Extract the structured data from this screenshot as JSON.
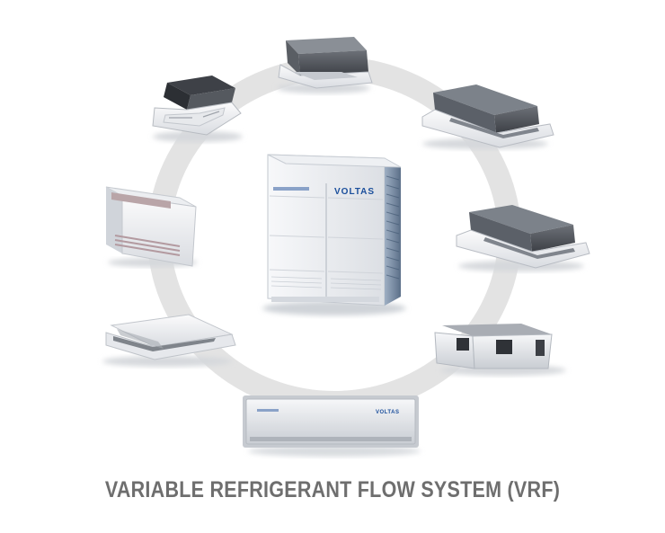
{
  "brand": {
    "outdoor_logo": "VOLTAS",
    "wall_split_logo": "VOLTAS"
  },
  "caption": "VARIABLE REFRIGERANT FLOW SYSTEM (VRF)",
  "units": [
    {
      "id": "outdoor-unit",
      "kind": "VRF outdoor condensing unit"
    },
    {
      "id": "cassette-4way-top",
      "kind": "4-way ceiling cassette"
    },
    {
      "id": "cassette-top-left",
      "kind": "ceiling cassette"
    },
    {
      "id": "cassette-2way-top-right",
      "kind": "2-way ceiling cassette"
    },
    {
      "id": "floor-standing-unit",
      "kind": "floor standing unit"
    },
    {
      "id": "cassette-2way-right",
      "kind": "2-way ceiling cassette"
    },
    {
      "id": "ceiling-suspended-unit",
      "kind": "ceiling suspended unit"
    },
    {
      "id": "ducted-unit",
      "kind": "concealed ducted unit"
    },
    {
      "id": "wall-split-unit",
      "kind": "wall mounted split unit"
    }
  ],
  "colors": {
    "ring": "#e3e3e3",
    "caption": "#6e6e6e",
    "brand_blue": "#1b4f9c",
    "unit_white": "#f2f3f5",
    "unit_dark": "#4a4d52"
  }
}
